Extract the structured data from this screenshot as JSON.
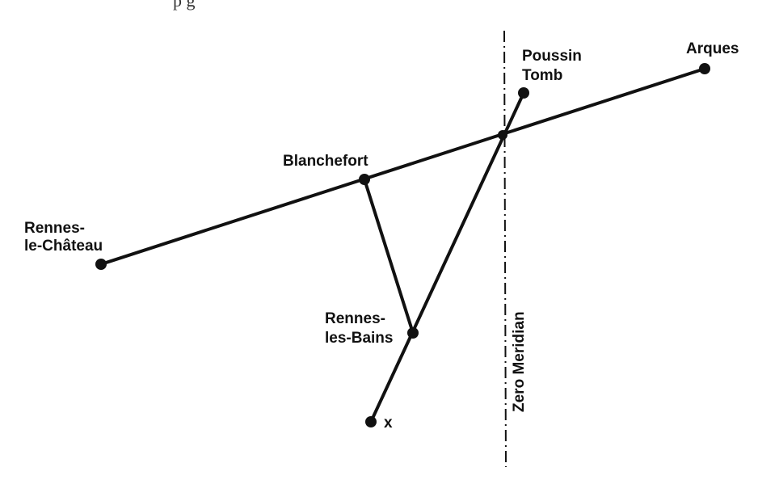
{
  "colors": {
    "ink": "#111111",
    "background": "#ffffff"
  },
  "diagram": {
    "top_text": "p                              g",
    "points": {
      "rennes_le_chateau": "Rennes-\nle-Château",
      "blanchefort": "Blanchefort",
      "poussin_tomb": "Poussin\nTomb",
      "arques": "Arques",
      "rennes_les_bains": "Rennes-\nles-Bains",
      "x": "x"
    },
    "meridian_label": "Zero Meridian"
  }
}
